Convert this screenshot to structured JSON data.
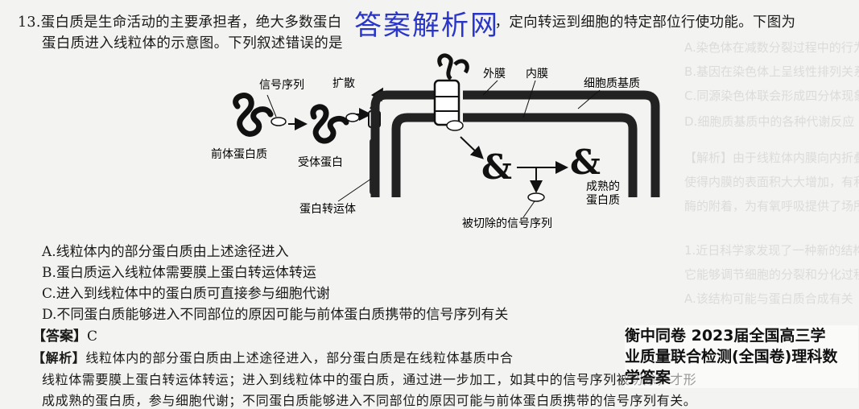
{
  "question": {
    "number": "13.",
    "line1_before": "蛋白质是生命活动的主要承担者，绝大多数蛋白",
    "line1_after": "，定向转运到细胞的特定部位行使功能。下图为",
    "line2": "蛋白质进入线粒体的示意图。下列叙述错误的是"
  },
  "watermark": "答案解析网",
  "diagram": {
    "signal_sequence": "信号序列",
    "unfolding": "扩散",
    "outer_membrane": "外膜",
    "inner_membrane": "内膜",
    "matrix": "细胞质基质",
    "precursor": "前体蛋白质",
    "receptor": "受体蛋白",
    "transporter": "蛋白转运体",
    "mature_line1": "成熟的",
    "mature_line2": "蛋白质",
    "cleaved_signal": "被切除的信号序列"
  },
  "options": [
    "A.线粒体内的部分蛋白质由上述途径进入",
    "B.蛋白质运入线粒体需要膜上蛋白转运体转运",
    "C.进入到线粒体中的蛋白质可直接参与细胞代谢",
    "D.不同蛋白质能够进入不同部位的原因可能与前体蛋白质携带的信号序列有关"
  ],
  "answer": {
    "label": "【答案】",
    "value": "C"
  },
  "analysis": {
    "label": "【解析】",
    "line1": "线粒体内的部分蛋白质由上述途径进入，部分蛋白质是在线粒体基质中合",
    "line2": "线粒体需要膜上蛋白转运体转运；进入到线粒体中的蛋白质，通过进一步加工，如其中的信号序列被切除，才形",
    "line3": "成成熟的蛋白质，参与细胞代谢；不同蛋白质能够进入不同部位的原因可能与前体蛋白质携带的信号序列有关。"
  },
  "stamp": {
    "line1": "衡中同卷 2023届全国高三学",
    "line2": "业质量联合检测(全国卷)理科数",
    "line3": "学答案"
  }
}
